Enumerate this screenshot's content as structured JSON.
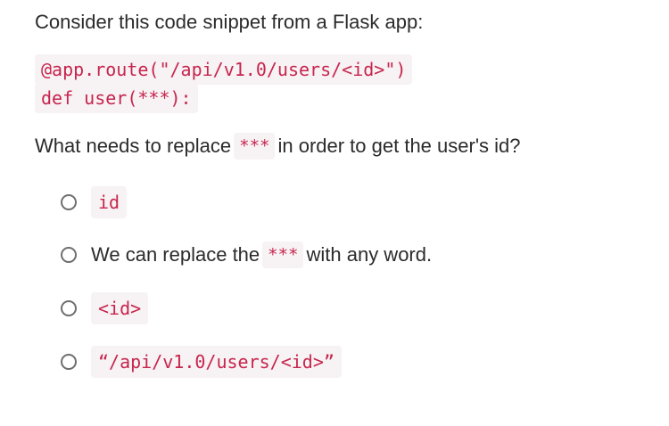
{
  "intro": "Consider this code snippet from a Flask app:",
  "code_lines": [
    "@app.route(\"/api/v1.0/users/<id>\")",
    "def user(***):"
  ],
  "question": {
    "before": "What needs to replace",
    "code": "***",
    "after": "in order to get the user's id?"
  },
  "options": [
    {
      "code": "id"
    },
    {
      "before": "We can replace the",
      "code": "***",
      "after": "with any word."
    },
    {
      "code": "<id>"
    },
    {
      "code": "“/api/v1.0/users/<id>”"
    }
  ]
}
